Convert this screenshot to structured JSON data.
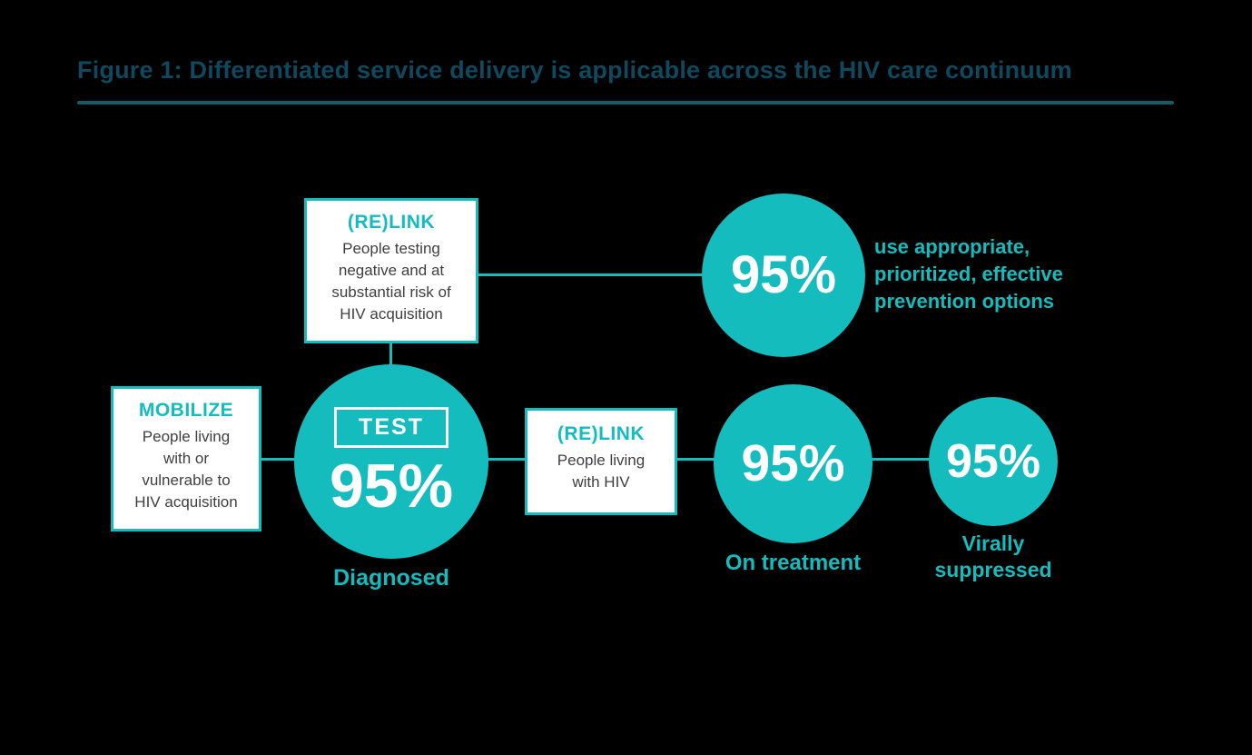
{
  "figure": {
    "title": "Figure 1: Differentiated service delivery is applicable across the HIV care continuum"
  },
  "colors": {
    "teal": "#14BCBE",
    "title_text": "#10485E",
    "rule": "#175B68",
    "box_body_text": "#3F3F41",
    "circle_text": "#FFFFFF",
    "background": "#000000"
  },
  "boxes": {
    "relink_top": {
      "heading": "(RE)LINK",
      "body": [
        "People testing",
        "negative and at",
        "substantial risk of",
        "HIV acquisition"
      ]
    },
    "mobilize": {
      "heading": "MOBILIZE",
      "body": [
        "People living",
        "with or",
        "vulnerable to",
        "HIV acquisition"
      ]
    },
    "relink_mid": {
      "heading": "(RE)LINK",
      "body": [
        "People living",
        "with HIV"
      ]
    }
  },
  "circles": {
    "prevention": {
      "value": "95%",
      "caption": [
        "use appropriate,",
        "prioritized, effective",
        "prevention options"
      ]
    },
    "test": {
      "badge": "TEST",
      "value": "95%",
      "label": "Diagnosed"
    },
    "treatment": {
      "value": "95%",
      "label": "On treatment"
    },
    "suppressed": {
      "value": "95%",
      "label": [
        "Virally",
        "suppressed"
      ]
    }
  }
}
